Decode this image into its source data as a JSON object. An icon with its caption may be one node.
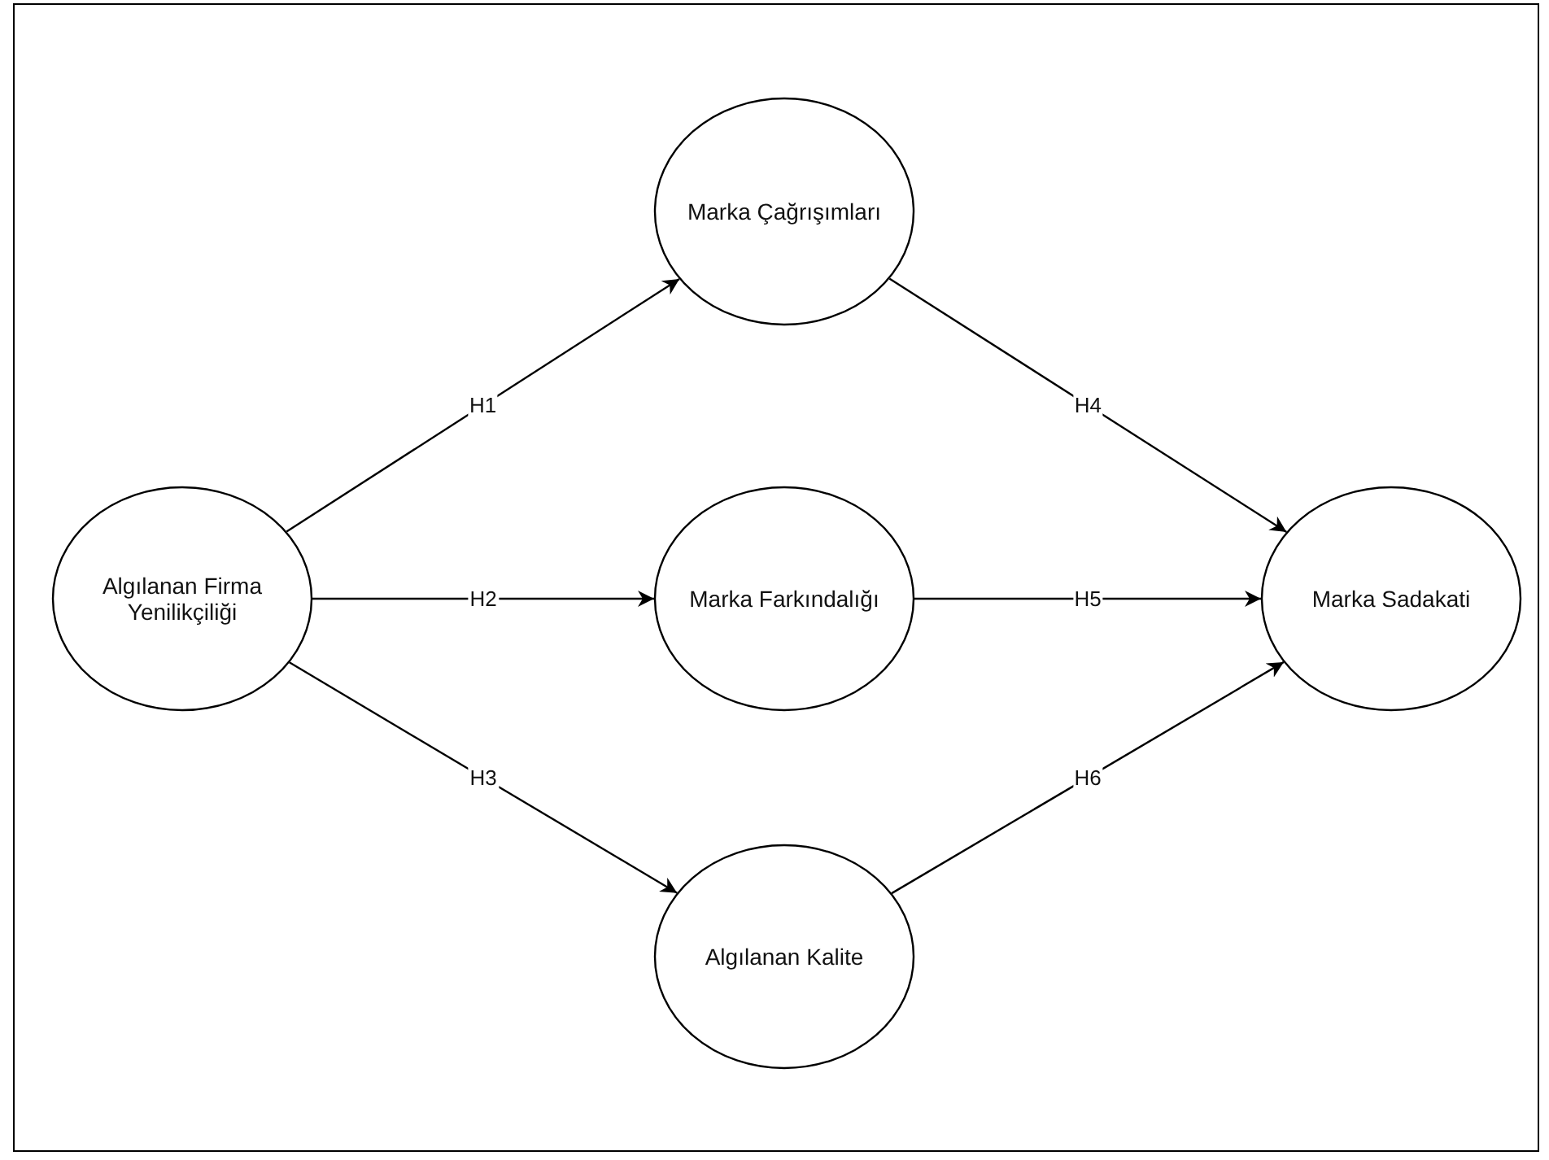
{
  "diagram": {
    "nodes": [
      {
        "text": [
          "Algılanan Firma Yenilikçiliği"
        ]
      },
      {
        "text": [
          "Marka Çağrışımları"
        ]
      },
      {
        "text": [
          "Marka Farkındalığı"
        ]
      },
      {
        "text": [
          "Algılanan Kalite"
        ]
      },
      {
        "text": [
          "Marka Sadakati"
        ]
      }
    ],
    "edges": [
      {
        "from": 0,
        "to": 1,
        "arrow": "to",
        "label": "H1"
      },
      {
        "from": 0,
        "to": 2,
        "arrow": "to",
        "label": "H2"
      },
      {
        "from": 0,
        "to": 3,
        "arrow": "to",
        "label": "H3"
      },
      {
        "from": 1,
        "to": 4,
        "arrow": "to",
        "label": "H4"
      },
      {
        "from": 2,
        "to": 4,
        "arrow": "to",
        "label": "H5"
      },
      {
        "from": 3,
        "to": 4,
        "arrow": "to",
        "label": "H6"
      }
    ]
  }
}
